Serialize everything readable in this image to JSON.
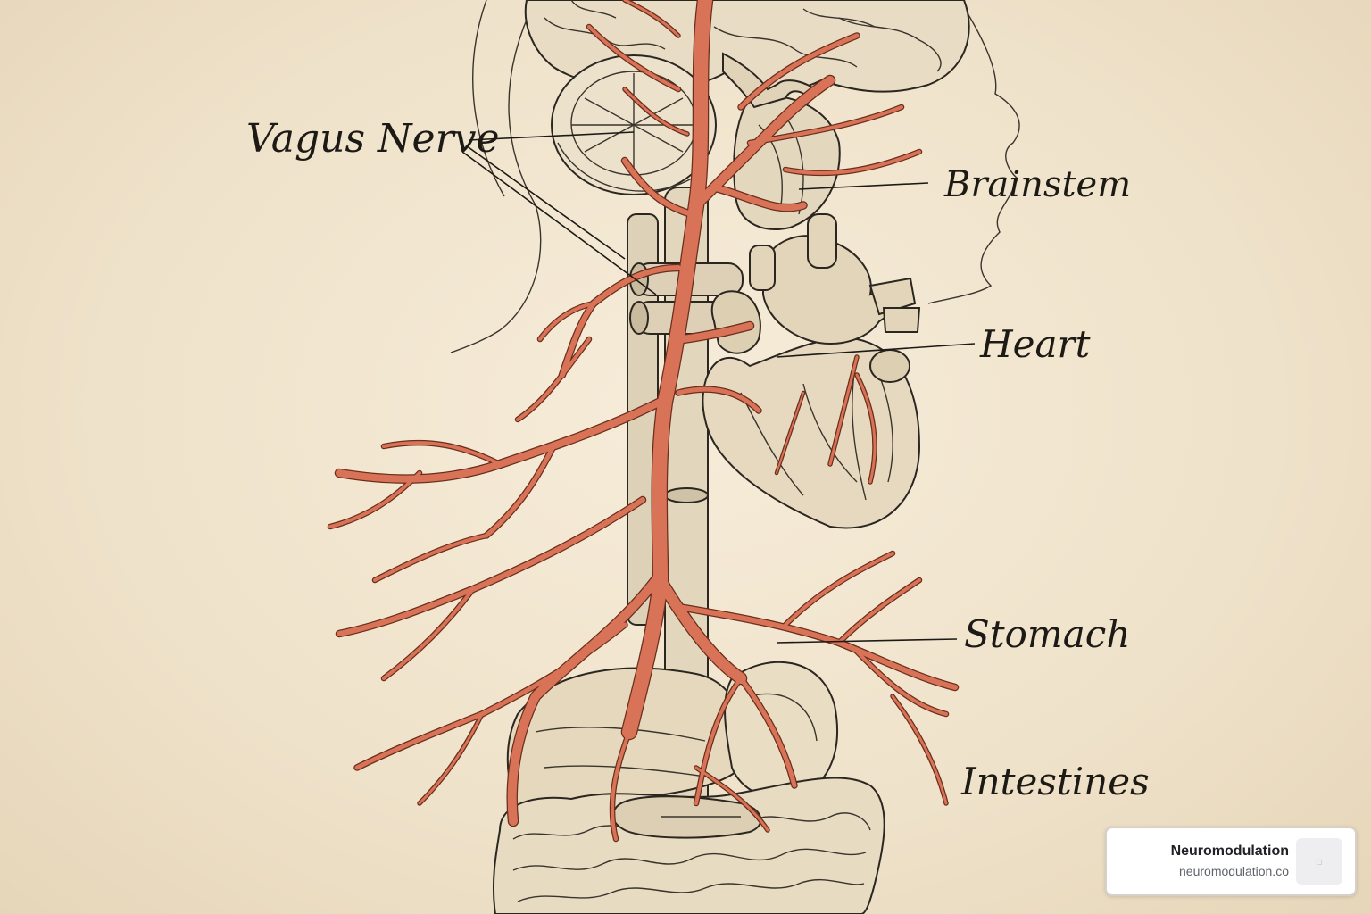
{
  "labels": {
    "vagus_nerve": "Vagus Nerve",
    "brainstem": "Brainstem",
    "heart": "Heart",
    "stomach": "Stomach",
    "intestines": "Intestines"
  },
  "source_card": {
    "title": "Neuromodulation",
    "url": "neuromodulation.co",
    "thumbnail_icon": "image-placeholder-icon"
  },
  "colors": {
    "paper": "#f1e6d1",
    "nerve": "#d87358",
    "nerve_outline": "#6a2e1c",
    "ink": "#1d1a16"
  }
}
